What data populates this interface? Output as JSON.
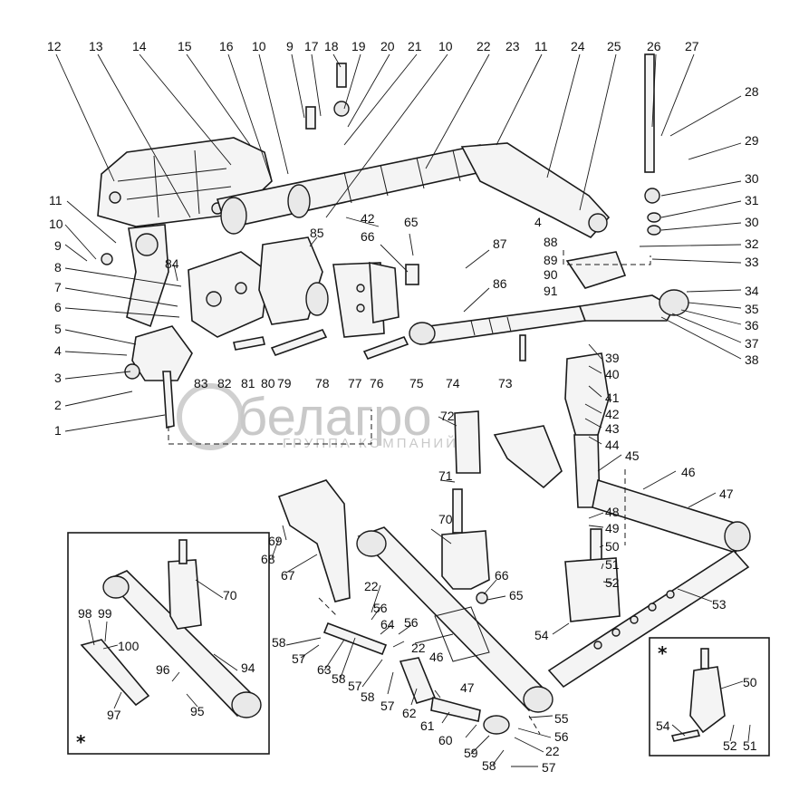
{
  "watermark": {
    "brand": "белагро",
    "tagline": "ГРУППА КОМПАНИЙ"
  },
  "inset_marker": "*",
  "callouts": {
    "c1": "1",
    "c2": "2",
    "c3": "3",
    "c4": "4",
    "c5": "5",
    "c6": "6",
    "c7": "7",
    "c8": "8",
    "c9": "9",
    "c9b": "9",
    "c10": "10",
    "c10b": "10",
    "c10c": "10",
    "c11": "11",
    "c11b": "11",
    "c12": "12",
    "c13": "13",
    "c14": "14",
    "c15": "15",
    "c16": "16",
    "c17": "17",
    "c18": "18",
    "c19": "19",
    "c20": "20",
    "c21": "21",
    "c22": "22",
    "c23": "23",
    "c24": "24",
    "c25": "25",
    "c26": "26",
    "c27": "27",
    "c28": "28",
    "c29": "29",
    "c30": "30",
    "c30b": "30",
    "c31": "31",
    "c32": "32",
    "c33": "33",
    "c34": "34",
    "c35": "35",
    "c36": "36",
    "c37": "37",
    "c38": "38",
    "c39": "39",
    "c40": "40",
    "c41": "41",
    "c42": "42",
    "c42b": "42",
    "c43": "43",
    "c44": "44",
    "c45": "45",
    "c46": "46",
    "c46b": "46",
    "c47": "47",
    "c47b": "47",
    "c48": "48",
    "c49": "49",
    "c50": "50",
    "c50b": "50",
    "c51": "51",
    "c51b": "51",
    "c52": "52",
    "c52b": "52",
    "c53": "53",
    "c54": "54",
    "c54b": "54",
    "c55": "55",
    "c56": "56",
    "c56b": "56",
    "c56c": "56",
    "c57": "57",
    "c57b": "57",
    "c57c": "57",
    "c58": "58",
    "c58b": "58",
    "c58c": "58",
    "c58d": "58",
    "c59": "59",
    "c60": "60",
    "c61": "61",
    "c62": "62",
    "c63": "63",
    "c64": "64",
    "c65": "65",
    "c65b": "65",
    "c66": "66",
    "c66b": "66",
    "c67": "67",
    "c68": "68",
    "c69": "69",
    "c70": "70",
    "c70b": "70",
    "c71": "71",
    "c72": "72",
    "c73": "73",
    "c74": "74",
    "c75": "75",
    "c76": "76",
    "c77": "77",
    "c78": "78",
    "c79": "79",
    "c80": "80",
    "c81": "81",
    "c82": "82",
    "c83": "83",
    "c84": "84",
    "c85": "85",
    "c86": "86",
    "c87": "87",
    "c88": "88",
    "c89": "89",
    "c90": "90",
    "c91": "91",
    "c94": "94",
    "c95": "95",
    "c96": "96",
    "c97": "97",
    "c98": "98",
    "c99": "99",
    "c100": "100",
    "c22b": "22",
    "c22c": "22",
    "c22d": "22",
    "c4b": "4"
  }
}
